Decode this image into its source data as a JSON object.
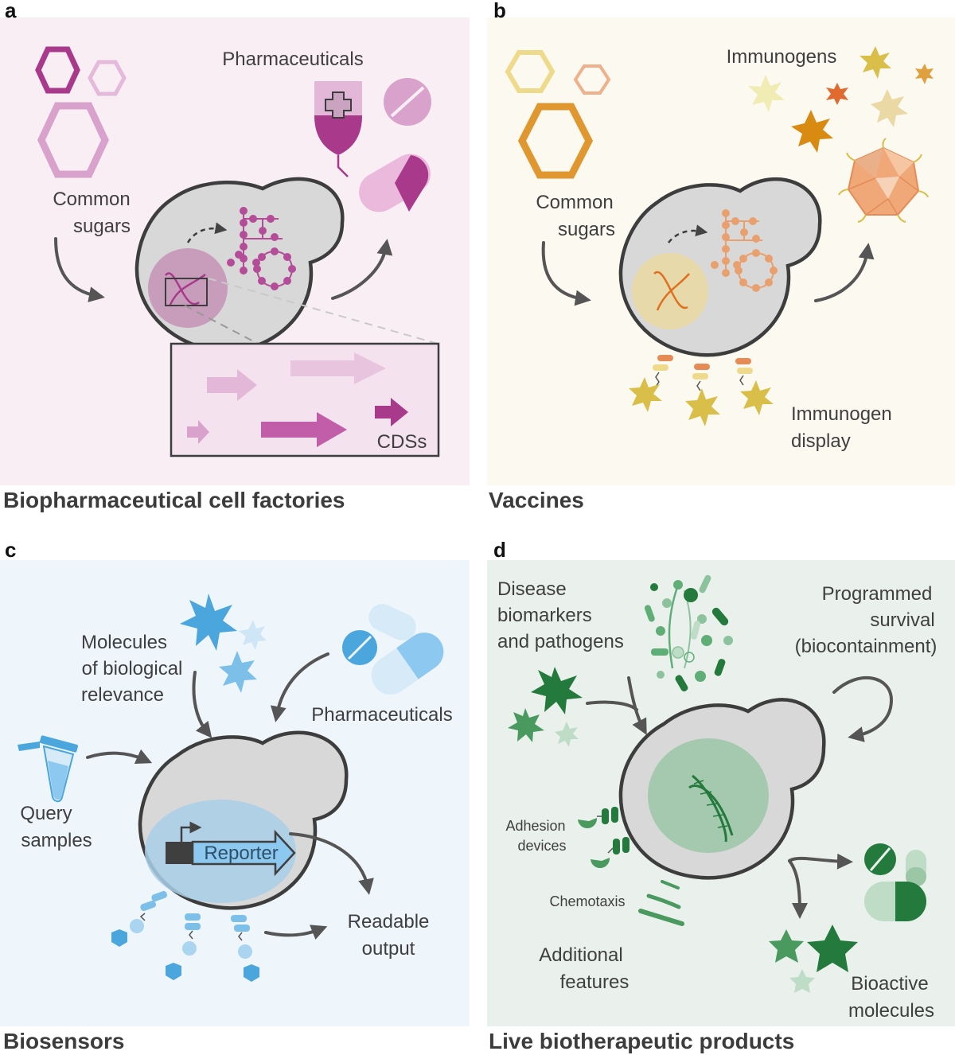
{
  "panels": {
    "a": {
      "letter": "a",
      "title": "Biopharmaceutical cell factories",
      "labels": {
        "sugars_line1": "Common",
        "sugars_line2": "sugars",
        "products": "Pharmaceuticals",
        "cds": "CDSs"
      },
      "colors": {
        "background": "#f8eef4",
        "accent": "#a8398b",
        "light": "#d9a2cc"
      }
    },
    "b": {
      "letter": "b",
      "title": "Vaccines",
      "labels": {
        "sugars_line1": "Common",
        "sugars_line2": "sugars",
        "products": "Immunogens",
        "display_line1": "Immunogen",
        "display_line2": "display"
      },
      "colors": {
        "background": "#fbf9f0",
        "accent": "#e0972f",
        "light": "#efd98a"
      }
    },
    "c": {
      "letter": "c",
      "title": "Biosensors",
      "labels": {
        "molecules_line1": "Molecules",
        "molecules_line2": "of biological",
        "molecules_line3": "relevance",
        "pharma": "Pharmaceuticals",
        "query_line1": "Query",
        "query_line2": "samples",
        "reporter": "Reporter",
        "output_line1": "Readable",
        "output_line2": "output"
      },
      "colors": {
        "background": "#eef5fb",
        "accent": "#4aa6dd",
        "light": "#a9d5f0"
      }
    },
    "d": {
      "letter": "d",
      "title": "Live biotherapeutic products",
      "labels": {
        "disease_line1": "Disease",
        "disease_line2": "biomarkers",
        "disease_line3": "and pathogens",
        "survival_line1": "Programmed",
        "survival_line2": "survival",
        "survival_line3": "(biocontainment)",
        "adhesion_line1": "Adhesion",
        "adhesion_line2": "devices",
        "chemotaxis": "Chemotaxis",
        "additional_line1": "Additional",
        "additional_line2": "features",
        "bioactive_line1": "Bioactive",
        "bioactive_line2": "molecules"
      },
      "colors": {
        "background": "#eaf1ec",
        "accent": "#237a3c",
        "light": "#8cc39c"
      }
    }
  }
}
